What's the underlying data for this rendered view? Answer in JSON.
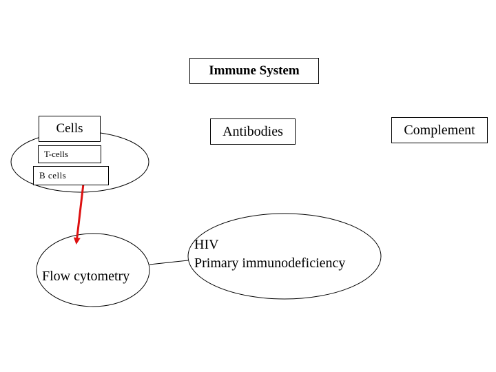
{
  "title": "Immune System",
  "nodes": {
    "cells": "Cells",
    "antibodies": "Antibodies",
    "complement": "Complement",
    "t_cells": "T-cells",
    "b_cells": "B cells",
    "flow_cytometry": "Flow cytometry",
    "hiv_line1": "HIV",
    "hiv_line2": "Primary immunodeficiency"
  },
  "colors": {
    "arrow": "#dd1111",
    "stroke": "#000000",
    "background": "#ffffff"
  }
}
